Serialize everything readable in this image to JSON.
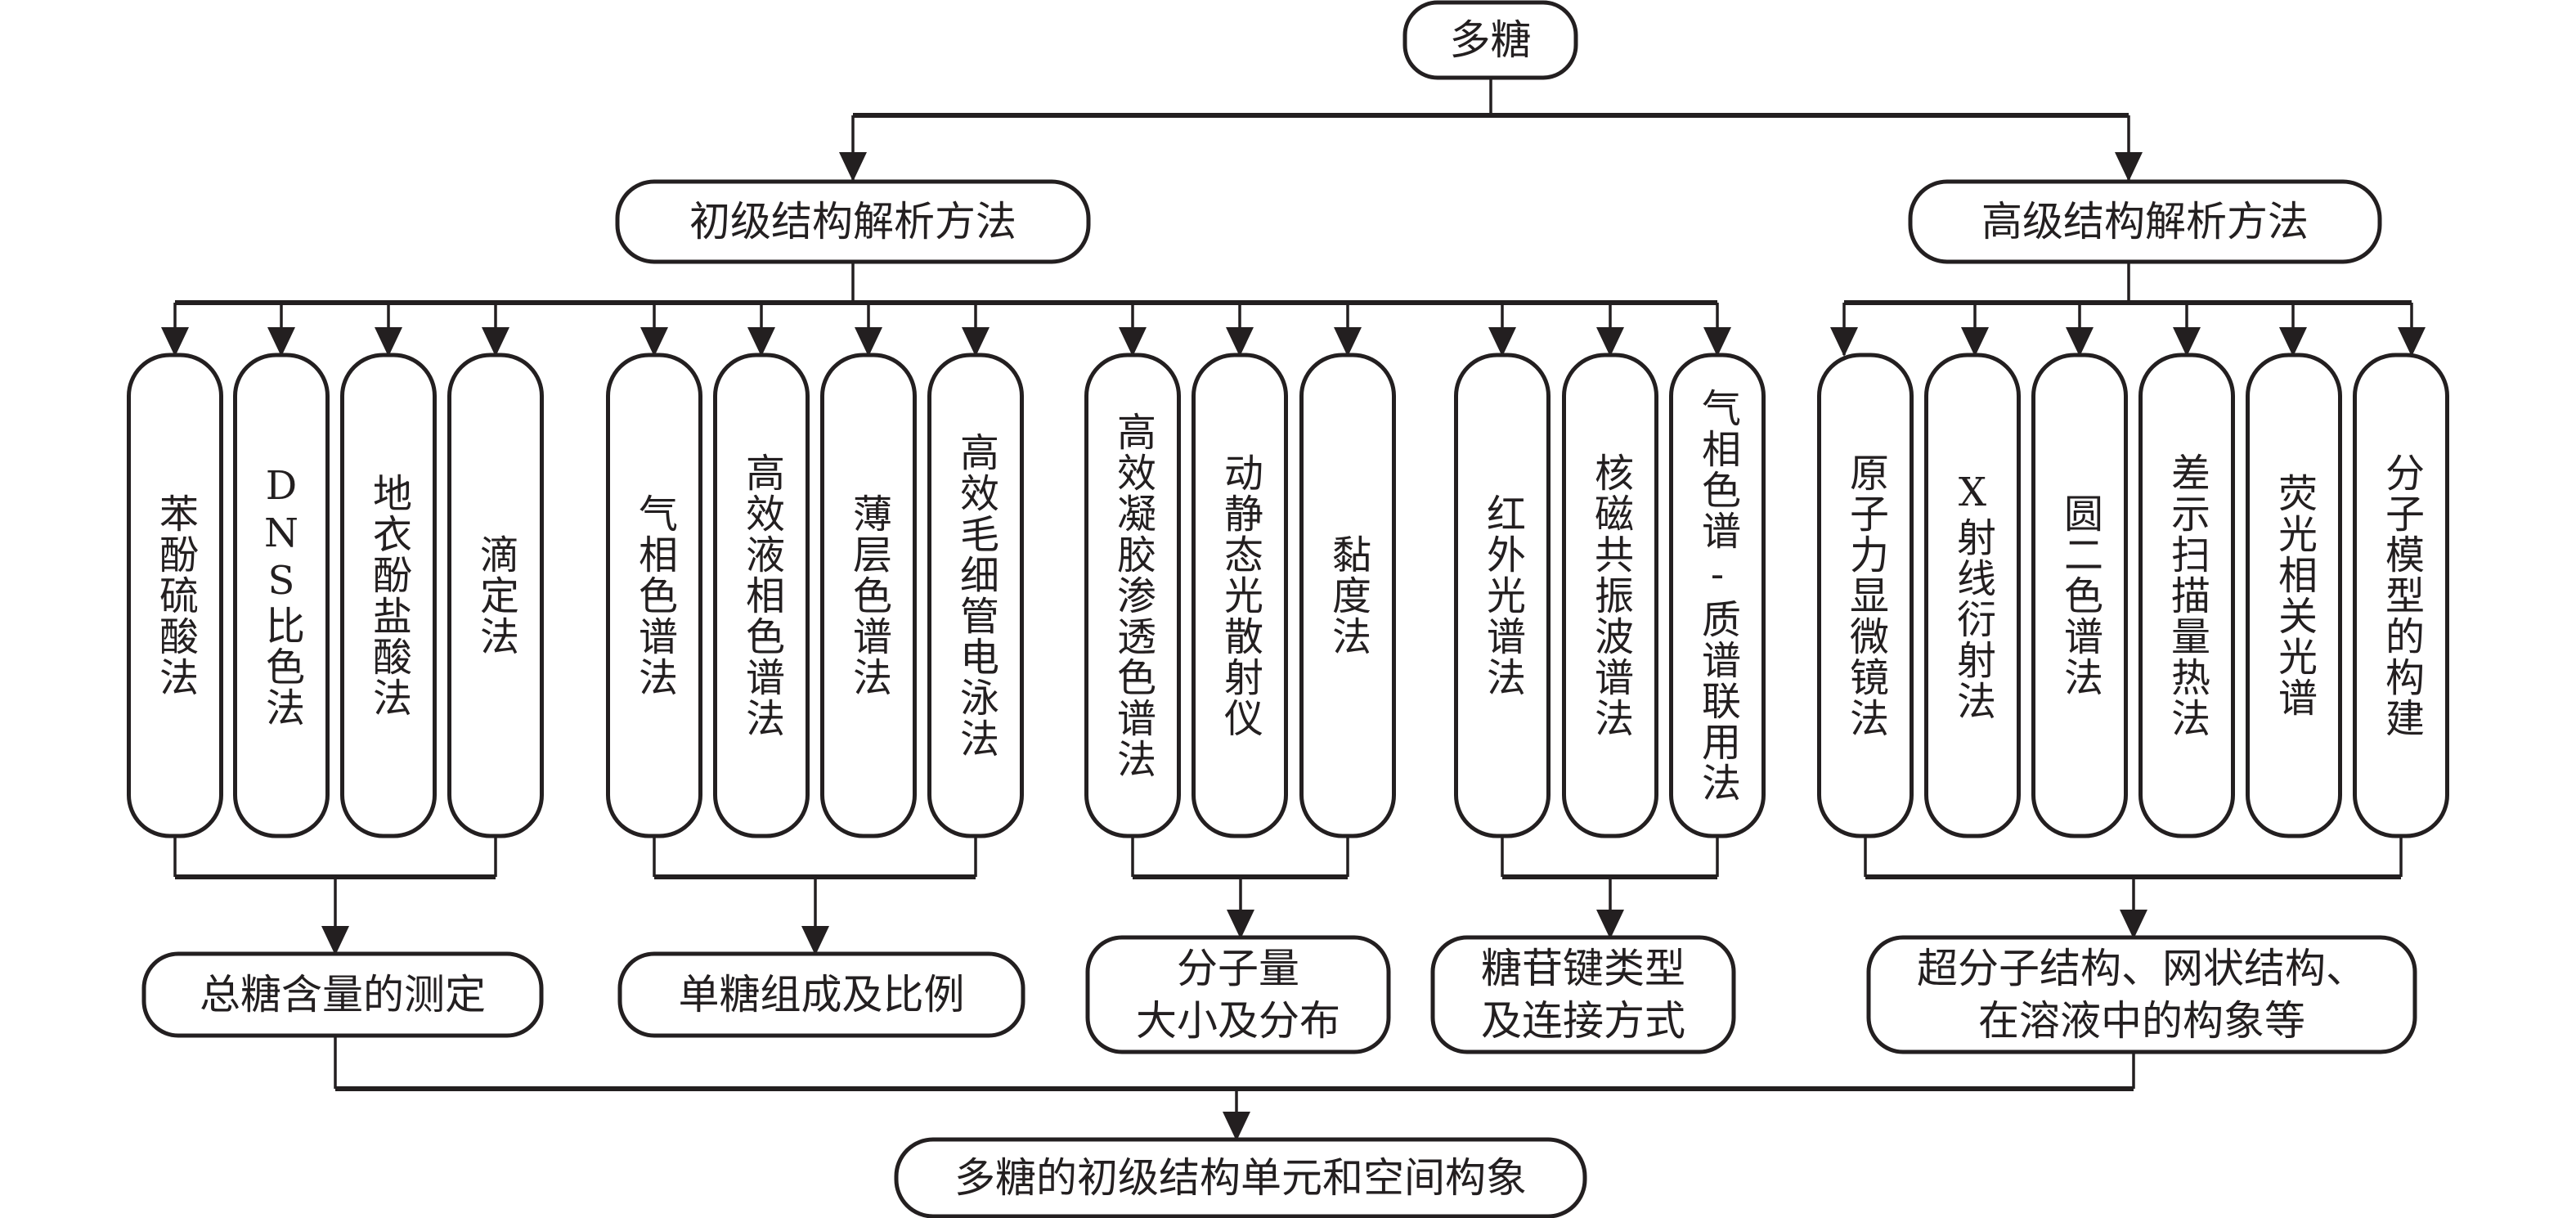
{
  "root": {
    "label": "多糖"
  },
  "branches": [
    {
      "id": "primary",
      "label": "初级结构解析方法",
      "groups": [
        {
          "methods": [
            "苯酚硫酸法",
            "DNS比色法",
            "地衣酚盐酸法",
            "滴定法"
          ],
          "result": "总糖含量的测定"
        },
        {
          "methods": [
            "气相色谱法",
            "高效液相色谱法",
            "薄层色谱法",
            "高效毛细管电泳法"
          ],
          "result": "单糖组成及比例"
        },
        {
          "methods": [
            "高效凝胶渗透色谱法",
            "动静态光散射仪",
            "黏度法"
          ],
          "result": [
            "分子量",
            "大小及分布"
          ]
        },
        {
          "methods": [
            "红外光谱法",
            "核磁共振波谱法",
            "气相色谱-质谱联用法"
          ],
          "result": [
            "糖苷键类型",
            "及连接方式"
          ]
        }
      ]
    },
    {
      "id": "advanced",
      "label": "高级结构解析方法",
      "groups": [
        {
          "methods": [
            "原子力显微镜法",
            "X射线衍射法",
            "圆二色谱法",
            "差示扫描量热法",
            "荧光相关光谱",
            "分子模型的构建"
          ],
          "result": [
            "超分子结构、网状结构、",
            "在溶液中的构象等"
          ]
        }
      ]
    }
  ],
  "final": {
    "label": "多糖的初级结构单元和空间构象"
  }
}
